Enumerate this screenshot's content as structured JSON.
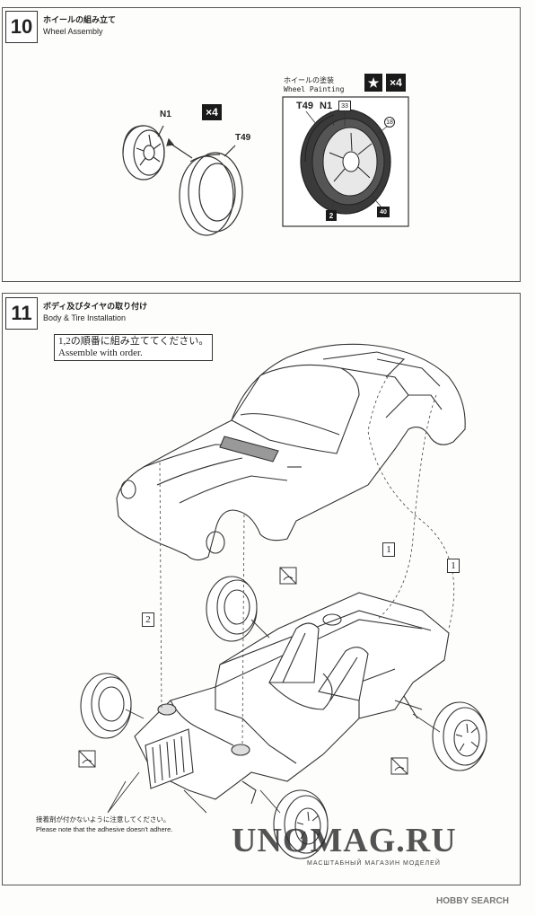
{
  "step10": {
    "number": "10",
    "title_jp": "ホイールの組み立て",
    "title_en": "Wheel Assembly",
    "part_wheel": "N1",
    "part_tire": "T49",
    "qty": "×4"
  },
  "painting": {
    "title_jp": "ホイールの塗装",
    "title_en": "Wheel Painting",
    "qty": "×4",
    "label_tire": "T49",
    "label_wheel": "N1",
    "code_top": "33",
    "code_right_top": "18",
    "code_bottom_left": "2",
    "code_bottom_right": "40"
  },
  "step11": {
    "number": "11",
    "title_jp": "ボディ及びタイヤの取り付け",
    "title_en": "Body & Tire Installation",
    "note_jp": "1,2の順番に組み立ててください。",
    "note_en": "Assemble with order.",
    "order1": "1",
    "order1b": "1",
    "order2": "2",
    "caution_jp": "接着剤が付かないように注意してください。",
    "caution_en": "Please note that the adhesive doesn't adhere."
  },
  "watermark": {
    "brand": "UNOMAG.RU",
    "tagline": "МАСШТАБНЫЙ МАГАЗИН МОДЕЛЕЙ",
    "hobby": "HOBBY SEARCH"
  }
}
